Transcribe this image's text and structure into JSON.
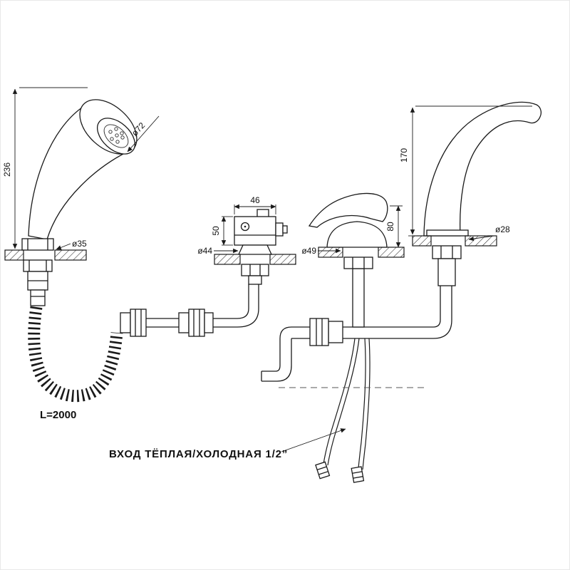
{
  "drawing": {
    "labels": {
      "hose_length": "L=2000",
      "inlet": "ВХОД  ТЁПЛАЯ/ХОЛОДНАЯ  1/2”"
    },
    "dims": {
      "shower_height": "236",
      "shower_head_dia": "ø72",
      "shower_mount_dia": "ø35",
      "diverter_width": "46",
      "diverter_height": "50",
      "diverter_mount_dia": "ø44",
      "mixer_height": "80",
      "mixer_mount_dia": "ø49",
      "spout_height": "170",
      "spout_mount_dia": "ø28"
    }
  }
}
